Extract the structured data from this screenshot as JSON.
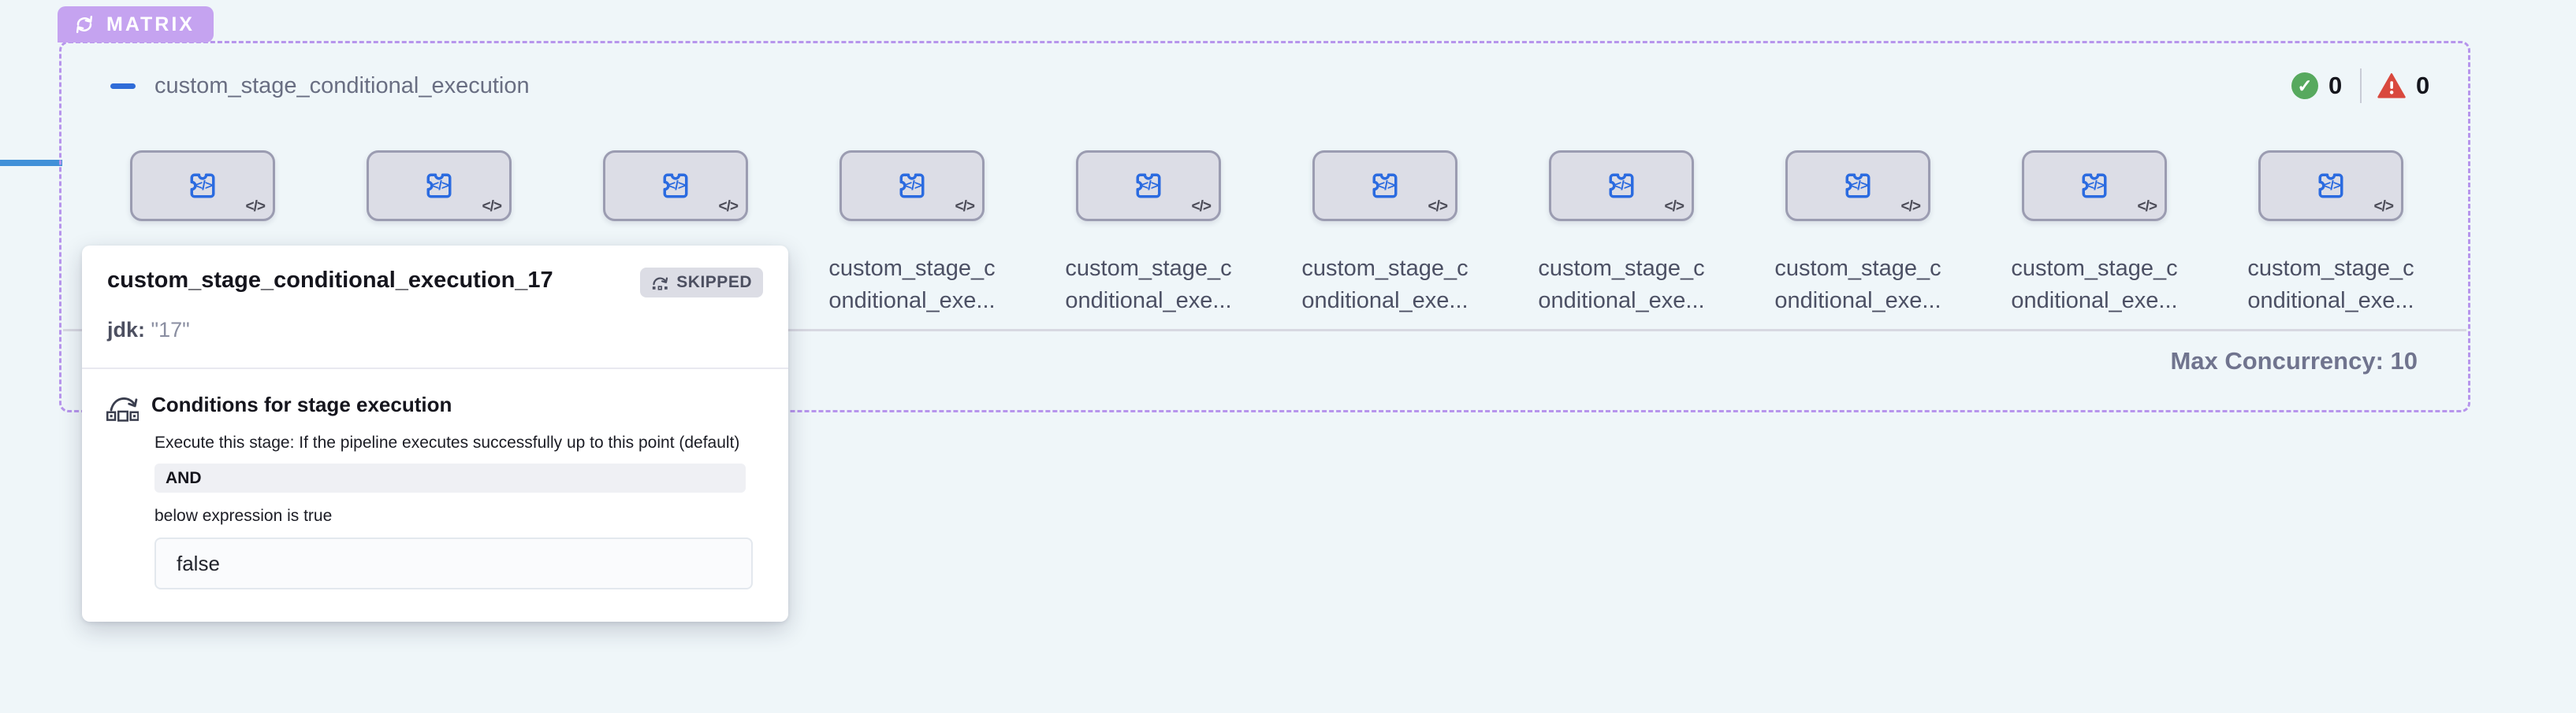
{
  "matrix": {
    "badge": {
      "label": "MATRIX"
    },
    "title": "custom_stage_conditional_execution",
    "counters": {
      "success_count": "0",
      "error_count": "0"
    },
    "max_concurrency": "Max Concurrency: 10",
    "node_label_line1": "custom_stage_c",
    "node_label_line2": "onditional_exe...",
    "nodes": [
      {
        "show_label": false
      },
      {
        "show_label": false
      },
      {
        "show_label": false
      },
      {
        "show_label": true
      },
      {
        "show_label": true
      },
      {
        "show_label": true
      },
      {
        "show_label": true
      },
      {
        "show_label": true
      },
      {
        "show_label": true
      },
      {
        "show_label": true
      }
    ]
  },
  "popover": {
    "title": "custom_stage_conditional_execution_17",
    "status": "SKIPPED",
    "jdk_label": "jdk:",
    "jdk_value": "\"17\"",
    "conditions_heading": "Conditions for stage execution",
    "conditions_description": "Execute this stage: If the pipeline executes successfully up to this point (default)",
    "operator": "AND",
    "expression_caption": "below expression is true",
    "expression_value": "false"
  },
  "icons": {
    "code_glyph": "</>",
    "check_glyph": "✓"
  },
  "colors": {
    "accent_purple": "#c5a3f0",
    "border_purple": "#b795ec",
    "node_icon_blue": "#2b6be0",
    "success_green": "#57a95e",
    "error_red": "#d9493e",
    "connector_blue": "#4190d8"
  }
}
